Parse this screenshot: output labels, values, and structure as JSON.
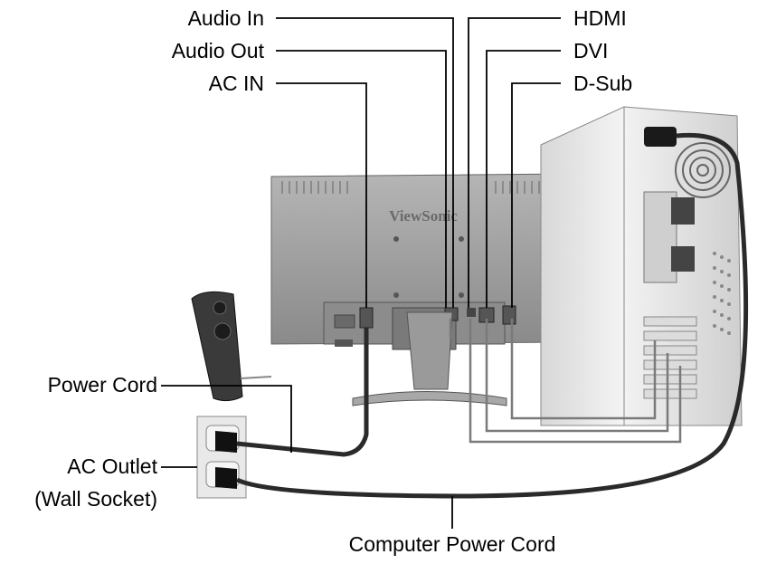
{
  "labels": {
    "audio_in": "Audio In",
    "audio_out": "Audio Out",
    "ac_in": "AC IN",
    "hdmi": "HDMI",
    "dvi": "DVI",
    "dsub": "D-Sub",
    "power_cord": "Power Cord",
    "ac_outlet": "AC Outlet",
    "wall_socket": "(Wall Socket)",
    "computer_power_cord": "Computer Power Cord"
  },
  "monitor": {
    "brand": "ViewSonic"
  },
  "colors": {
    "monitor_body": "#9a9a9a",
    "cable": "#222222",
    "signal_cable": "#7a7a7a",
    "pc_case": "#e6e6e6"
  }
}
